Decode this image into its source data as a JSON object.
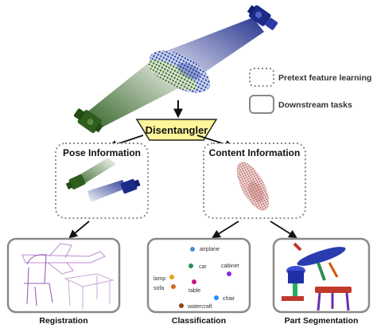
{
  "diagram": {
    "center_block": {
      "label": "Disentangler"
    },
    "left_box": {
      "title": "Pose Information"
    },
    "right_box": {
      "title": "Content Information"
    },
    "legend": [
      {
        "label": "Pretext feature learning",
        "style": "dotted"
      },
      {
        "label": "Downstream tasks",
        "style": "solid"
      }
    ],
    "tasks": [
      {
        "label": "Registration"
      },
      {
        "label": "Classification"
      },
      {
        "label": "Part Segmentation"
      }
    ],
    "classification_clusters": [
      {
        "label": "airplane",
        "color": "#4a90d9"
      },
      {
        "label": "car",
        "color": "#2e8b57"
      },
      {
        "label": "cabinet",
        "color": "#8a2be2"
      },
      {
        "label": "lamp",
        "color": "#e6a21a"
      },
      {
        "label": "sofa",
        "color": "#d2691e"
      },
      {
        "label": "table",
        "color": "#c71585"
      },
      {
        "label": "chair",
        "color": "#1e90ff"
      },
      {
        "label": "watercraft",
        "color": "#8b4513"
      }
    ],
    "colors": {
      "camera_navy": "#1c2a8a",
      "camera_green": "#2d5e1e",
      "pointcloud_blue": "#263c9c",
      "pointcloud_green": "#3b6d1a",
      "content_cloud": "#b86b66",
      "disentangler_fill": "#fff59a",
      "panel_border": "#8a8a8a"
    }
  }
}
